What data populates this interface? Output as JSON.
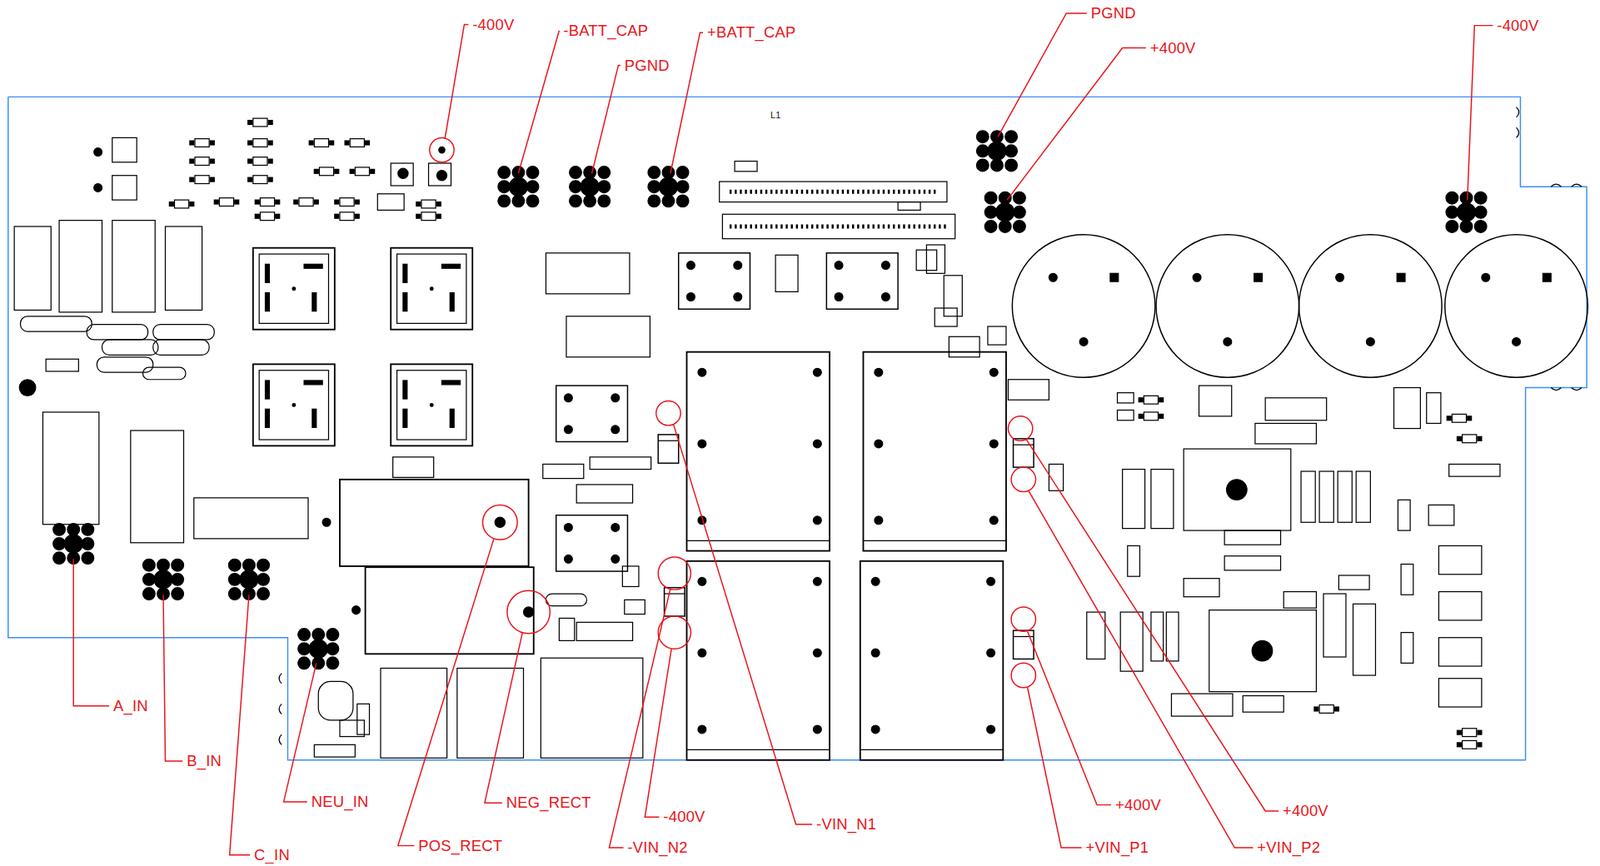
{
  "diagram": {
    "labels": [
      "-400V",
      "-BATT_CAP",
      "PGND",
      "+BATT_CAP",
      "L1",
      "PGND",
      "+400V",
      "-400V",
      "A_IN",
      "B_IN",
      "NEU_IN",
      "NEG_RECT",
      "-400V",
      "-VIN_N1",
      "+400V",
      "+400V",
      "POS_RECT",
      "-VIN_N2",
      "C_IN",
      "+VIN_P1",
      "+VIN_P2"
    ]
  }
}
